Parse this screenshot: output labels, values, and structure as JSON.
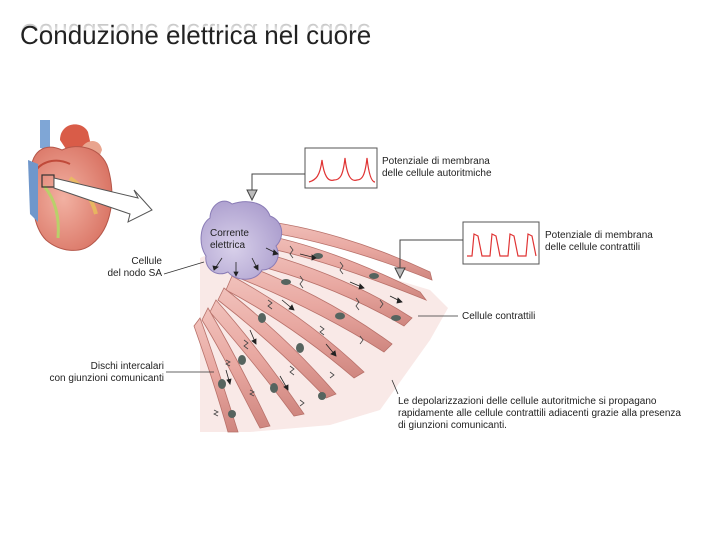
{
  "title": "Conduzione elettrica nel cuore",
  "labels": {
    "potenziale_autoritmiche_1": "Potenziale di membrana",
    "potenziale_autoritmiche_2": "delle cellule autoritmiche",
    "potenziale_contrattili_1": "Potenziale di membrana",
    "potenziale_contrattili_2": "delle cellule contrattili",
    "corrente_1": "Corrente",
    "corrente_2": "elettrica",
    "cellule_nodo_1": "Cellule",
    "cellule_nodo_2": "del nodo SA",
    "cellule_contrattili": "Cellule contrattili",
    "dischi_1": "Dischi intercalari",
    "dischi_2": "con giunzioni comunicanti",
    "depol_1": "Le depolarizzazioni delle cellule autoritmiche si propagano",
    "depol_2": "rapidamente alle cellule contrattili adiacenti grazie alla presenza",
    "depol_3": "di giunzioni comunicanti."
  },
  "colors": {
    "muscle": "#e8a7a0",
    "muscle_dark": "#c97b74",
    "nucleus": "#4d5b56",
    "sa_node": "#b9acd6",
    "trace": "#e03434",
    "heart": "#e58a78",
    "vessel_blue": "#7fa6d6"
  },
  "icons": [
    "heart-illustration",
    "zoom-arrow-icon",
    "pointer-arrow-icon"
  ]
}
